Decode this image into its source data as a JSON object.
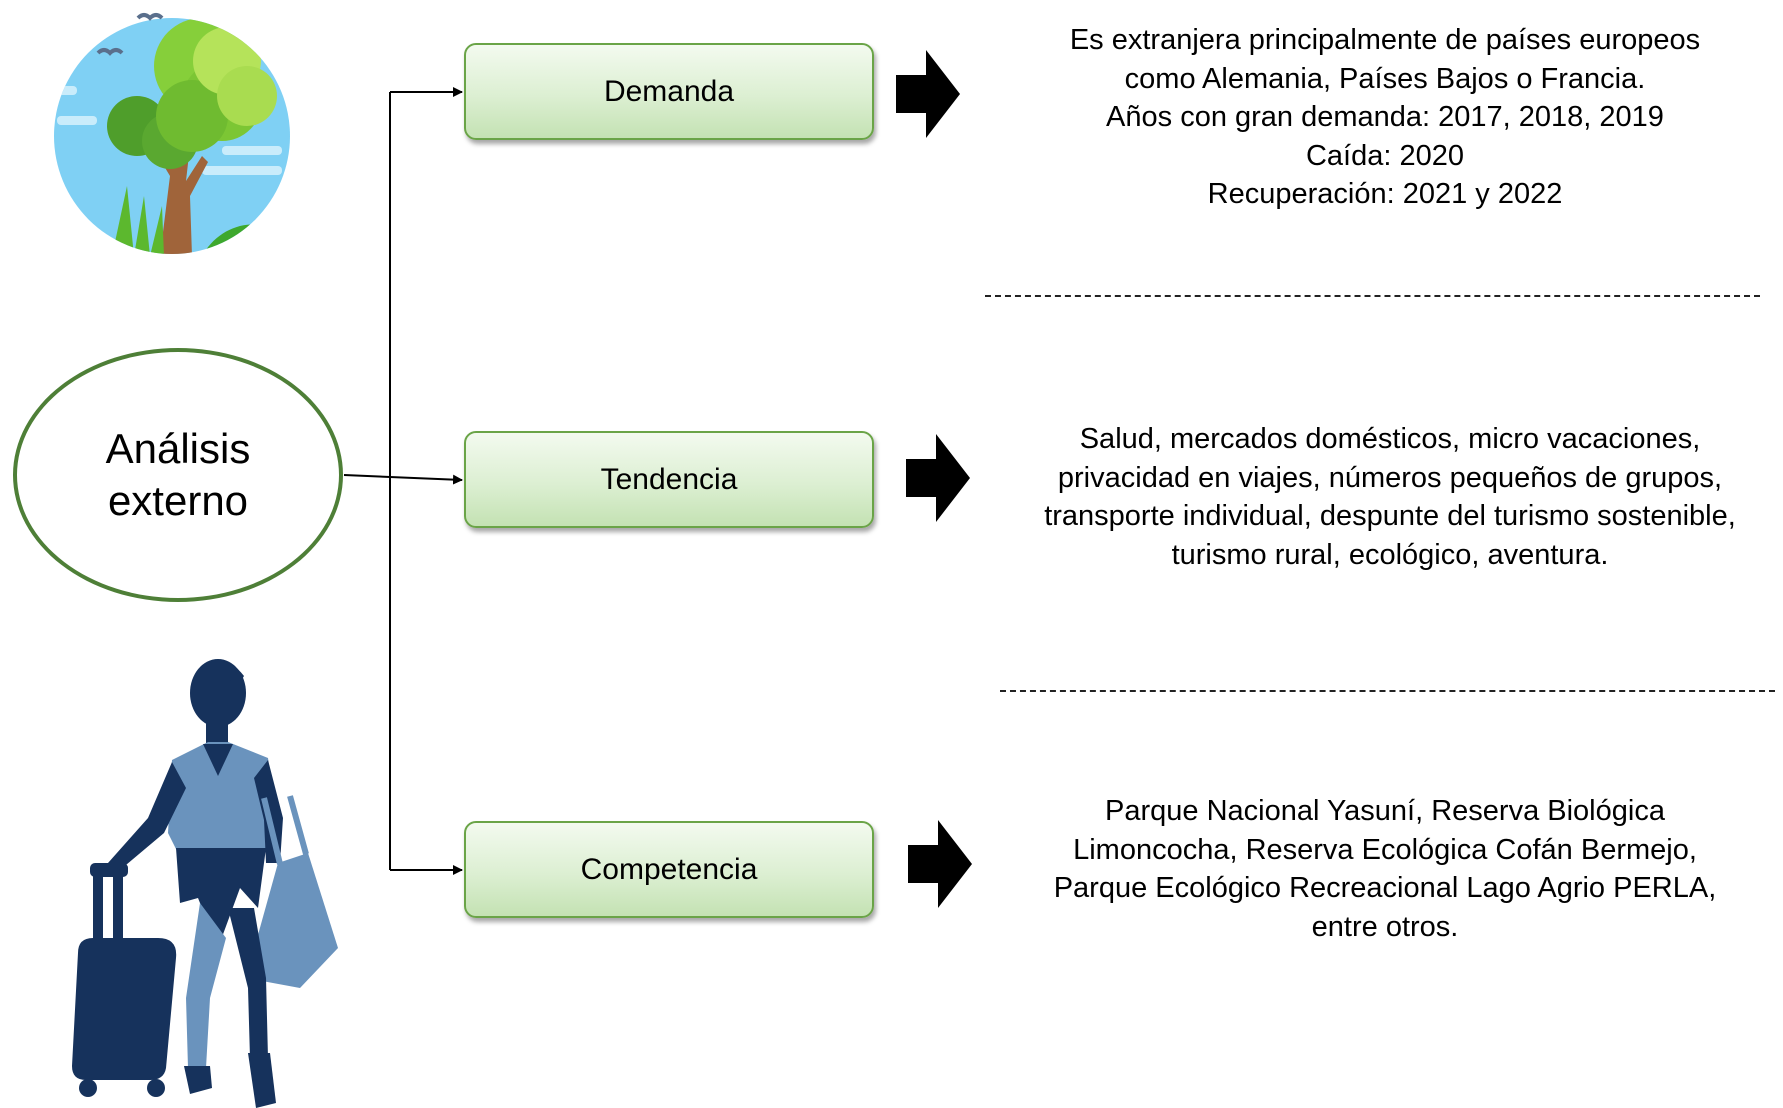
{
  "center": {
    "line1": "Análisis",
    "line2": "externo"
  },
  "nodes": [
    {
      "label": "Demanda"
    },
    {
      "label": "Tendencia"
    },
    {
      "label": "Competencia"
    }
  ],
  "descriptions": {
    "demanda": [
      "Es extranjera principalmente de países europeos",
      "como Alemania, Países Bajos o Francia.",
      "Años con gran demanda: 2017, 2018, 2019",
      "Caída: 2020",
      "Recuperación: 2021 y 2022"
    ],
    "tendencia": [
      "Salud, mercados domésticos, micro vacaciones,",
      "privacidad en viajes, números pequeños de grupos,",
      "transporte individual, despunte del turismo sostenible,",
      "turismo rural, ecológico, aventura."
    ],
    "competencia": [
      "Parque Nacional Yasuní, Reserva Biológica",
      "Limoncocha, Reserva Ecológica Cofán Bermejo,",
      "Parque Ecológico Recreacional Lago Agrio PERLA,",
      "entre otros."
    ]
  },
  "illustrations": {
    "top": "nature-tree-icon",
    "bottom": "traveler-with-luggage-icon"
  },
  "colors": {
    "ellipse_border": "#4e7f37",
    "node_border": "#6aa447",
    "node_fill": "#dcefd2",
    "traveler_dark": "#16325c",
    "traveler_light": "#6a93bd"
  }
}
